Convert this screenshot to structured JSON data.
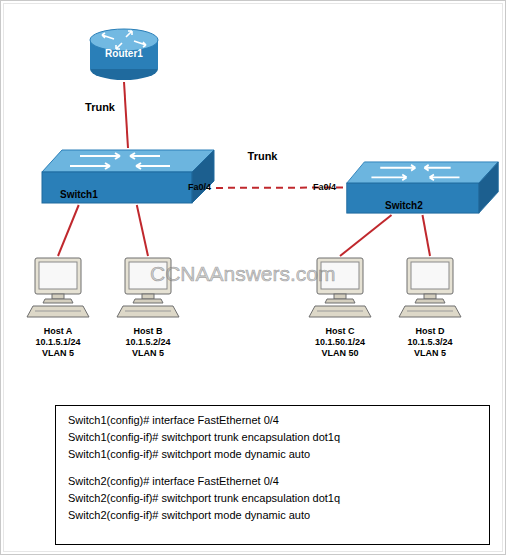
{
  "diagram": {
    "nodes": [
      {
        "text": [
          "Router1"
        ]
      },
      {
        "text": [
          "Switch1"
        ]
      },
      {
        "text": [
          "Switch2"
        ]
      },
      {
        "text": [
          "Host A",
          "10.1.5.1/24",
          "VLAN 5"
        ]
      },
      {
        "text": [
          "Host B",
          "10.1.5.2/24",
          "VLAN 5"
        ]
      },
      {
        "text": [
          "Host C",
          "10.1.50.1/24",
          "VLAN 50"
        ]
      },
      {
        "text": [
          "Host D",
          "10.1.5.3/24",
          "VLAN 5"
        ]
      },
      {
        "text": [
          "Switch1(config)# interface FastEthernet 0/4",
          "Switch1(config-if)# switchport trunk encapsulation dot1q",
          "Switch1(config-if)# switchport mode dynamic auto",
          "Switch2(config)# interface FastEthernet 0/4",
          "Switch2(config-if)# switchport trunk encapsulation dot1q",
          "Switch2(config-if)# switchport mode dynamic auto"
        ]
      }
    ],
    "edges": [
      {
        "from": 0,
        "to": 1,
        "arrow": "none",
        "label": "Trunk"
      },
      {
        "from": 1,
        "to": 2,
        "arrow": "none",
        "label": "Trunk"
      },
      {
        "from": 1,
        "to": 3,
        "arrow": "none"
      },
      {
        "from": 1,
        "to": 4,
        "arrow": "none"
      },
      {
        "from": 2,
        "to": 5,
        "arrow": "none"
      },
      {
        "from": 2,
        "to": 6,
        "arrow": "none"
      }
    ],
    "labels": [
      "Fa0/4",
      "Fa0/4",
      "CCNAAnswers.com"
    ]
  }
}
